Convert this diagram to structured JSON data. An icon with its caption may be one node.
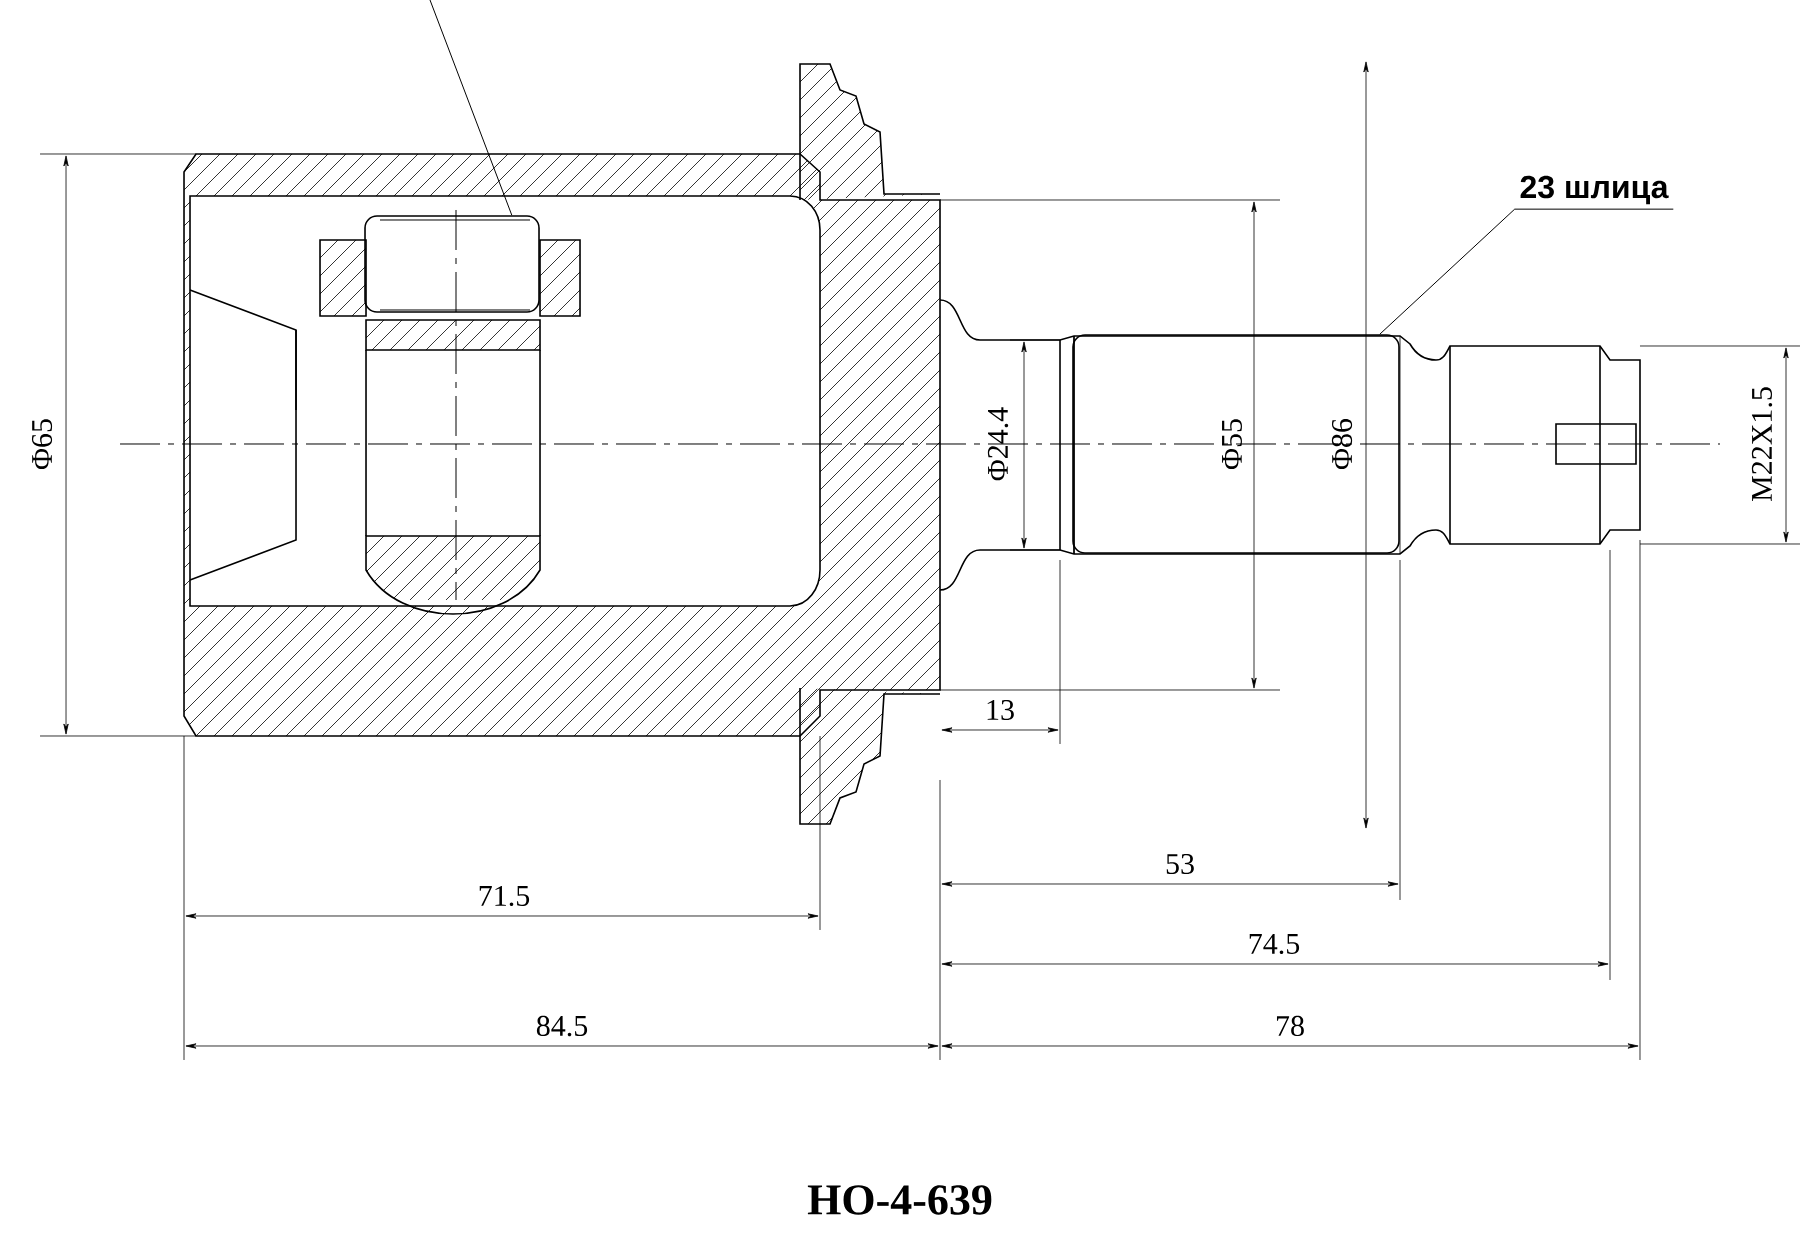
{
  "diagram": {
    "title": "HO-4-639",
    "nodes": [
      {
        "text": [
          "23 шлица"
        ]
      },
      {
        "text": [],
        "shape": "bar"
      },
      {
        "text": [],
        "shape": "box"
      }
    ],
    "edges": [
      {
        "from": 0,
        "to": 1,
        "arrow": "none"
      },
      {
        "from": null,
        "to": 2,
        "arrow": "none"
      }
    ],
    "labels": [
      "Φ65",
      "Φ24.4",
      "Φ55",
      "Φ86",
      "M22X1.5",
      "13",
      "53",
      "71.5",
      "74.5",
      "84.5",
      "78"
    ]
  }
}
